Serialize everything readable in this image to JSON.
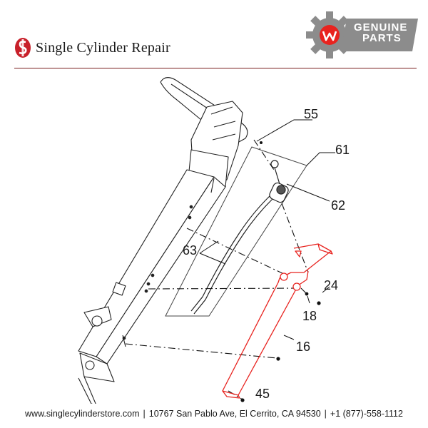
{
  "header": {
    "brand_name": "Single Cylinder Repair",
    "badge_line1": "GENUINE",
    "badge_line2": "PARTS",
    "badge_letter": "W"
  },
  "diagram": {
    "callouts": [
      "55",
      "61",
      "62",
      "63",
      "24",
      "18",
      "16",
      "45"
    ]
  },
  "footer": {
    "website": "www.singlecylinderstore.com",
    "address": "10767 San Pablo Ave, El Cerrito, CA 94530",
    "phone": "+1 (877)-558-1112",
    "separator": "|"
  },
  "colors": {
    "brand_red": "#c8202a",
    "badge_gray": "#8c8c8c",
    "highlight_red": "#e8231f",
    "line_dark": "#1a1a1a"
  }
}
